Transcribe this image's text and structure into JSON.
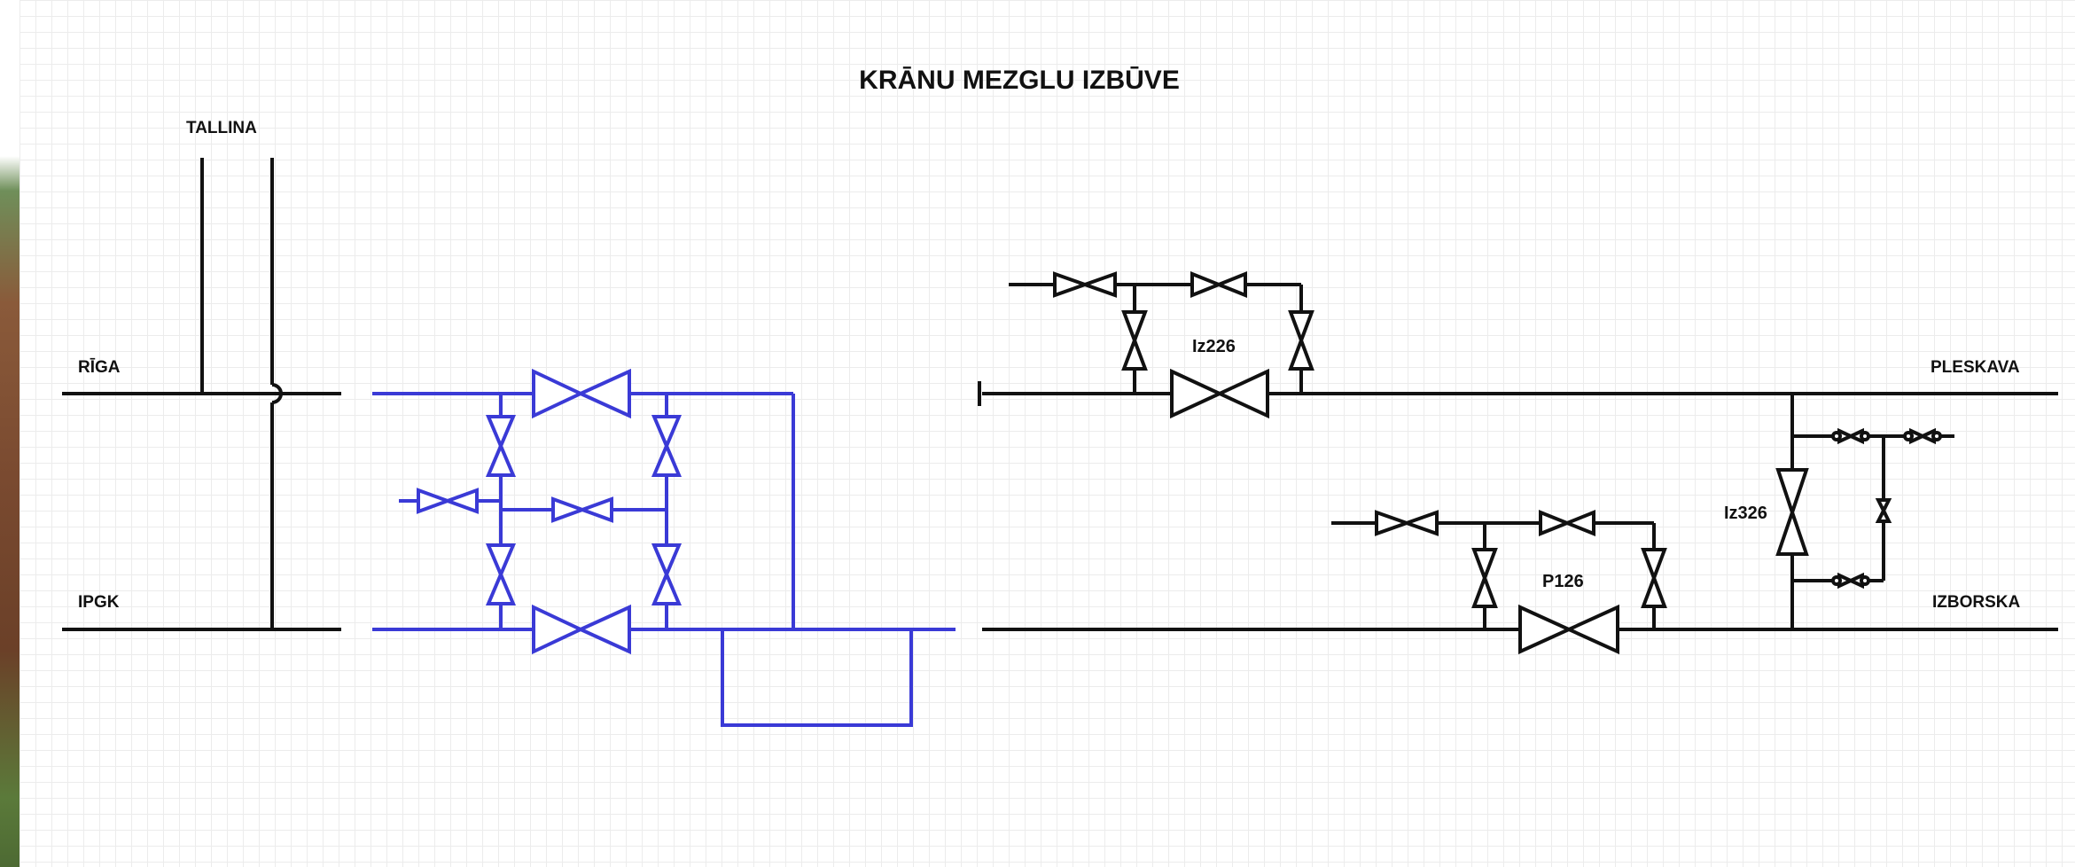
{
  "title": "KRĀNU MEZGLU IZBŪVE",
  "labels": {
    "tallina": "TALLINA",
    "riga": "RĪGA",
    "ipgk": "IPGK",
    "pleskava": "PLESKAVA",
    "izborska": "IZBORSKA"
  },
  "valve_tags": {
    "iz226": "Iz226",
    "iz326": "Iz326",
    "p126": "P126"
  },
  "colors": {
    "pipe_black": "#111111",
    "pipe_blue": "#3a3ad6",
    "grid": "#ececec"
  }
}
